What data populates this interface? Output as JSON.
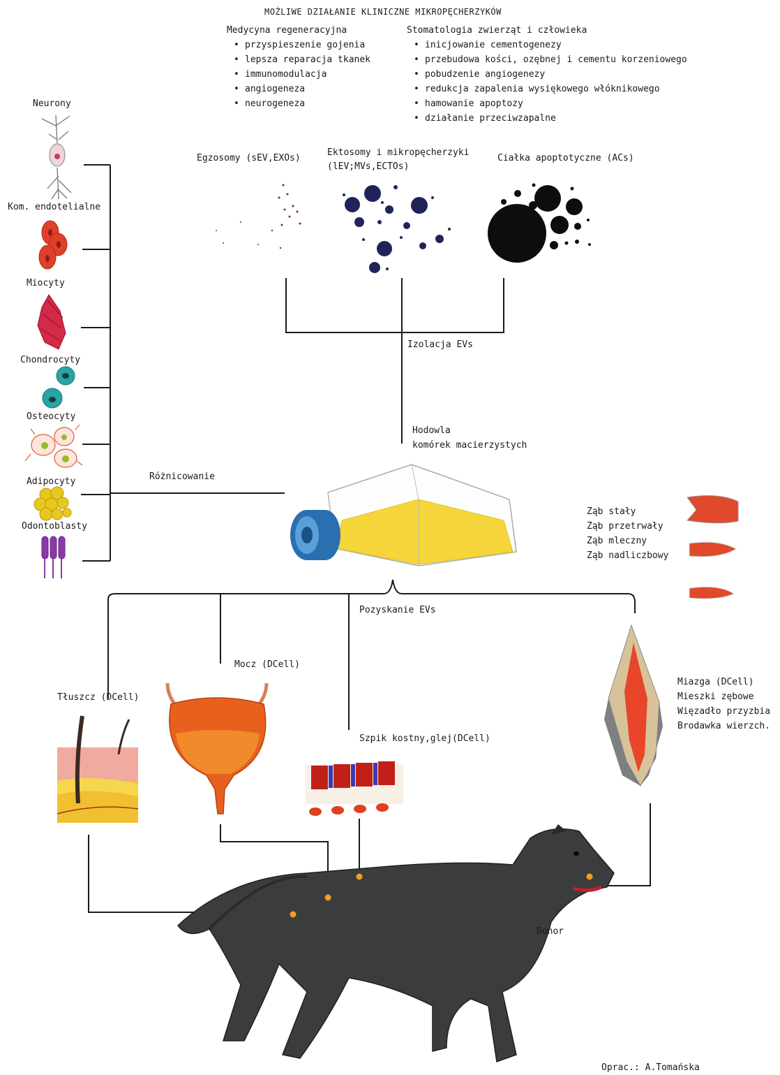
{
  "title": "MOŻLIWE DZIAŁANIE KLINICZNE MIKROPĘCHERZYKÓW",
  "regen": {
    "heading": "Medycyna regeneracyjna",
    "items": [
      "przyspieszenie gojenia",
      "lepsza reparacja tkanek",
      "immunomodulacja",
      "angiogeneza",
      "neurogeneza"
    ]
  },
  "stoma": {
    "heading": "Stomatologia zwierząt i człowieka",
    "items": [
      "inicjowanie cementogenezy",
      "przebudowa kości, ozębnej i cementu korzeniowego",
      "pobudzenie angiogenezy",
      "redukcja zapalenia wysiękowego włóknikowego",
      "hamowanie apoptozy",
      "działanie przeciwzapalne"
    ]
  },
  "vesicles": {
    "exo": "Egzosomy (sEV,EXOs)",
    "ecto_line1": "Ektosomy i mikropęcherzyki",
    "ecto_line2": "(lEV;MVs,ECTOs)",
    "ac": "Ciałka apoptotyczne (ACs)"
  },
  "cells": {
    "neurony": "Neurony",
    "endo": "Kom. endotelialne",
    "mio": "Miocyty",
    "chondro": "Chondrocyty",
    "osteo": "Osteocyty",
    "adipo": "Adipocyty",
    "odonto": "Odontoblasty"
  },
  "labels": {
    "izolacja": "Izolacja EVs",
    "hodowla1": "Hodowla",
    "hodowla2": "komórek macierzystych",
    "roznicowanie": "Różnicowanie",
    "pozyskanie": "Pozyskanie EVs",
    "mocz": "Mocz (DCell)",
    "tluszcz": "Tłuszcz (DCell)",
    "szpik": "Szpik kostny,glej(DCell)",
    "donor": "Donor",
    "author": "Oprac.: A.Tomańska"
  },
  "teeth": [
    "Ząb stały",
    "Ząb przetrwały",
    "Ząb mleczny",
    "Ząb nadliczbowy"
  ],
  "pulp": [
    "Miazga (DCell)",
    "Mieszki zębowe",
    "Więzadło przyzbia",
    "Brodawka wierzch."
  ],
  "colors": {
    "line": "#1a1a1a",
    "vesicle_navy": "#1f2458",
    "exo_dots": "#7a2a3a",
    "ac_black": "#0d0d0d",
    "flask_liquid": "#f5d63a",
    "flask_cap": "#2a6fb0",
    "orange_dot": "#f0a020",
    "dog": "#3a3d3c",
    "red_cell": "#e0402a",
    "teal_cell": "#2aa3a3",
    "purple_cell": "#8a3aa6",
    "yellow_cell": "#e8c81e"
  }
}
